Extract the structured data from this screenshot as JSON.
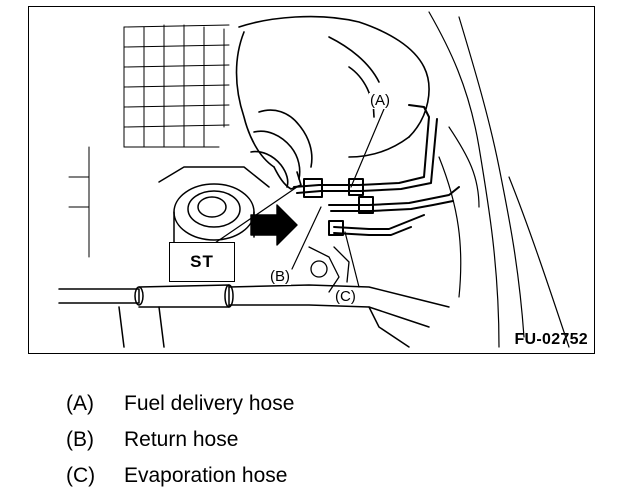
{
  "figure": {
    "st_label": "ST",
    "callouts": [
      {
        "key": "A",
        "text": "(A)"
      },
      {
        "key": "B",
        "text": "(B)"
      },
      {
        "key": "C",
        "text": "(C)"
      }
    ],
    "figure_id": "FU-02752"
  },
  "legend": [
    {
      "key": "(A)",
      "text": "Fuel delivery hose"
    },
    {
      "key": "(B)",
      "text": "Return hose"
    },
    {
      "key": "(C)",
      "text": "Evaporation hose"
    }
  ]
}
